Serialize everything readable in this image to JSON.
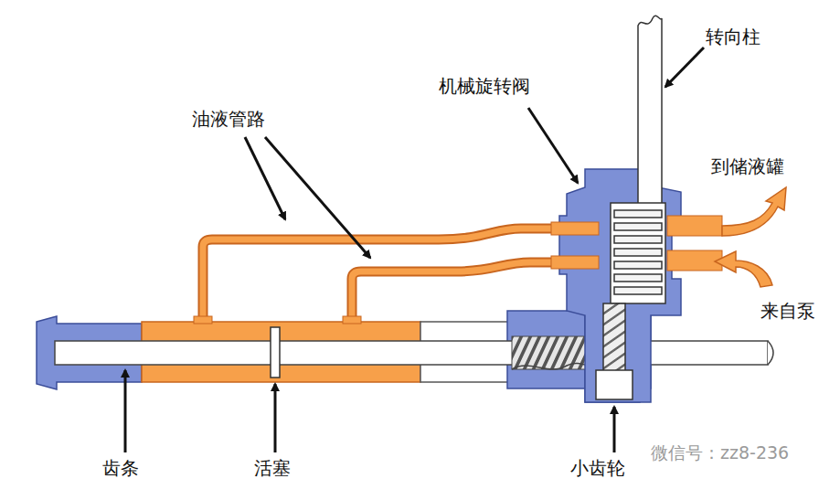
{
  "diagram": {
    "labels": [
      "转向柱",
      "机械旋转阀",
      "油液管路",
      "到储液罐",
      "来自泵",
      "齿条",
      "活塞",
      "小齿轮",
      "微信号：zz8-236"
    ]
  }
}
